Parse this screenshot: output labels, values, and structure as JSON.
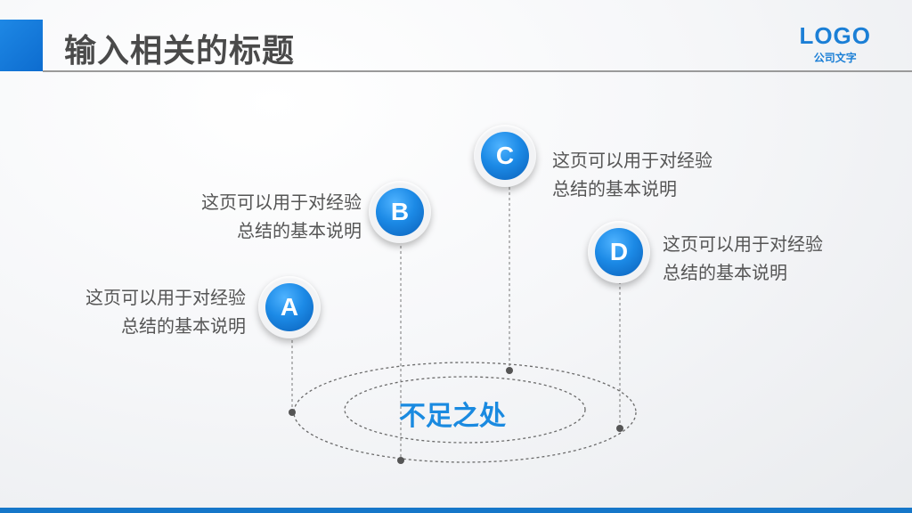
{
  "header": {
    "title": "输入相关的标题",
    "logo_main": "LOGO",
    "logo_sub": "公司文字"
  },
  "center_label": "不足之处",
  "nodes": [
    {
      "letter": "A",
      "line1": "这页可以用于对经验",
      "line2": "总结的基本说明"
    },
    {
      "letter": "B",
      "line1": "这页可以用于对经验",
      "line2": "总结的基本说明"
    },
    {
      "letter": "C",
      "line1": "这页可以用于对经验",
      "line2": "总结的基本说明"
    },
    {
      "letter": "D",
      "line1": "这页可以用于对经验",
      "line2": "总结的基本说明"
    }
  ],
  "colors": {
    "accent": "#1b7fd6",
    "title": "#4a4a4a",
    "center_label": "#1a8ae0"
  }
}
